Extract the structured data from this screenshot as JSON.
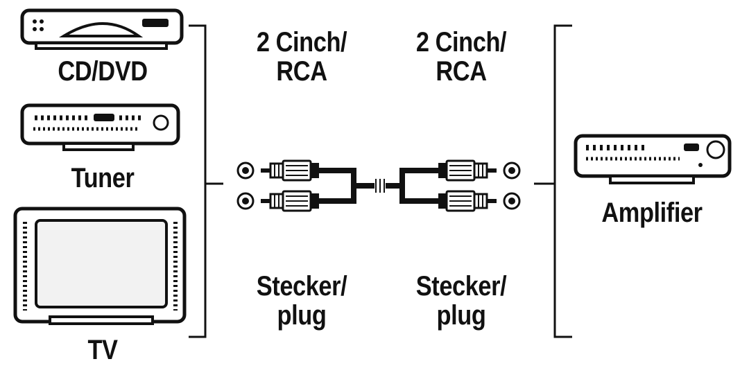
{
  "sources": {
    "cd_dvd_label": "CD/DVD",
    "tuner_label": "Tuner",
    "tv_label": "TV"
  },
  "destination": {
    "amplifier_label": "Amplifier"
  },
  "cable": {
    "left_connector_line1": "2 Cinch/",
    "left_connector_line2": "RCA",
    "right_connector_line1": "2 Cinch/",
    "right_connector_line2": "RCA",
    "left_plug_line1": "Stecker/",
    "left_plug_line2": "plug",
    "right_plug_line1": "Stecker/",
    "right_plug_line2": "plug"
  },
  "colors": {
    "ink": "#111111",
    "background": "#ffffff",
    "screen": "#f2f2f2"
  }
}
